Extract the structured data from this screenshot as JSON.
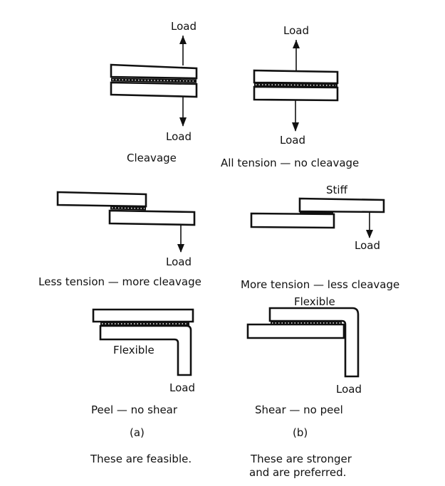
{
  "diagram": {
    "title": "Adhesive joint loading configurations",
    "panels": [
      {
        "id": "cleavage",
        "load_top": "Load",
        "load_bottom": "Load",
        "caption": "Cleavage"
      },
      {
        "id": "all-tension",
        "load_top": "Load",
        "load_bottom": "Load",
        "caption": "All tension — no cleavage"
      },
      {
        "id": "less-tension",
        "load": "Load",
        "caption": "Less tension — more cleavage"
      },
      {
        "id": "more-tension",
        "adherend_note": "Stiff",
        "load": "Load",
        "caption": "More tension — less cleavage"
      },
      {
        "id": "peel",
        "adherend_note": "Flexible",
        "load": "Load",
        "caption": "Peel — no shear"
      },
      {
        "id": "shear",
        "adherend_note": "Flexible",
        "load": "Load",
        "caption": "Shear — no peel"
      }
    ],
    "columns": [
      {
        "marker": "(a)",
        "conclusion": [
          "These are feasible."
        ]
      },
      {
        "marker": "(b)",
        "conclusion": [
          "These are stronger",
          "and are preferred."
        ]
      }
    ]
  }
}
